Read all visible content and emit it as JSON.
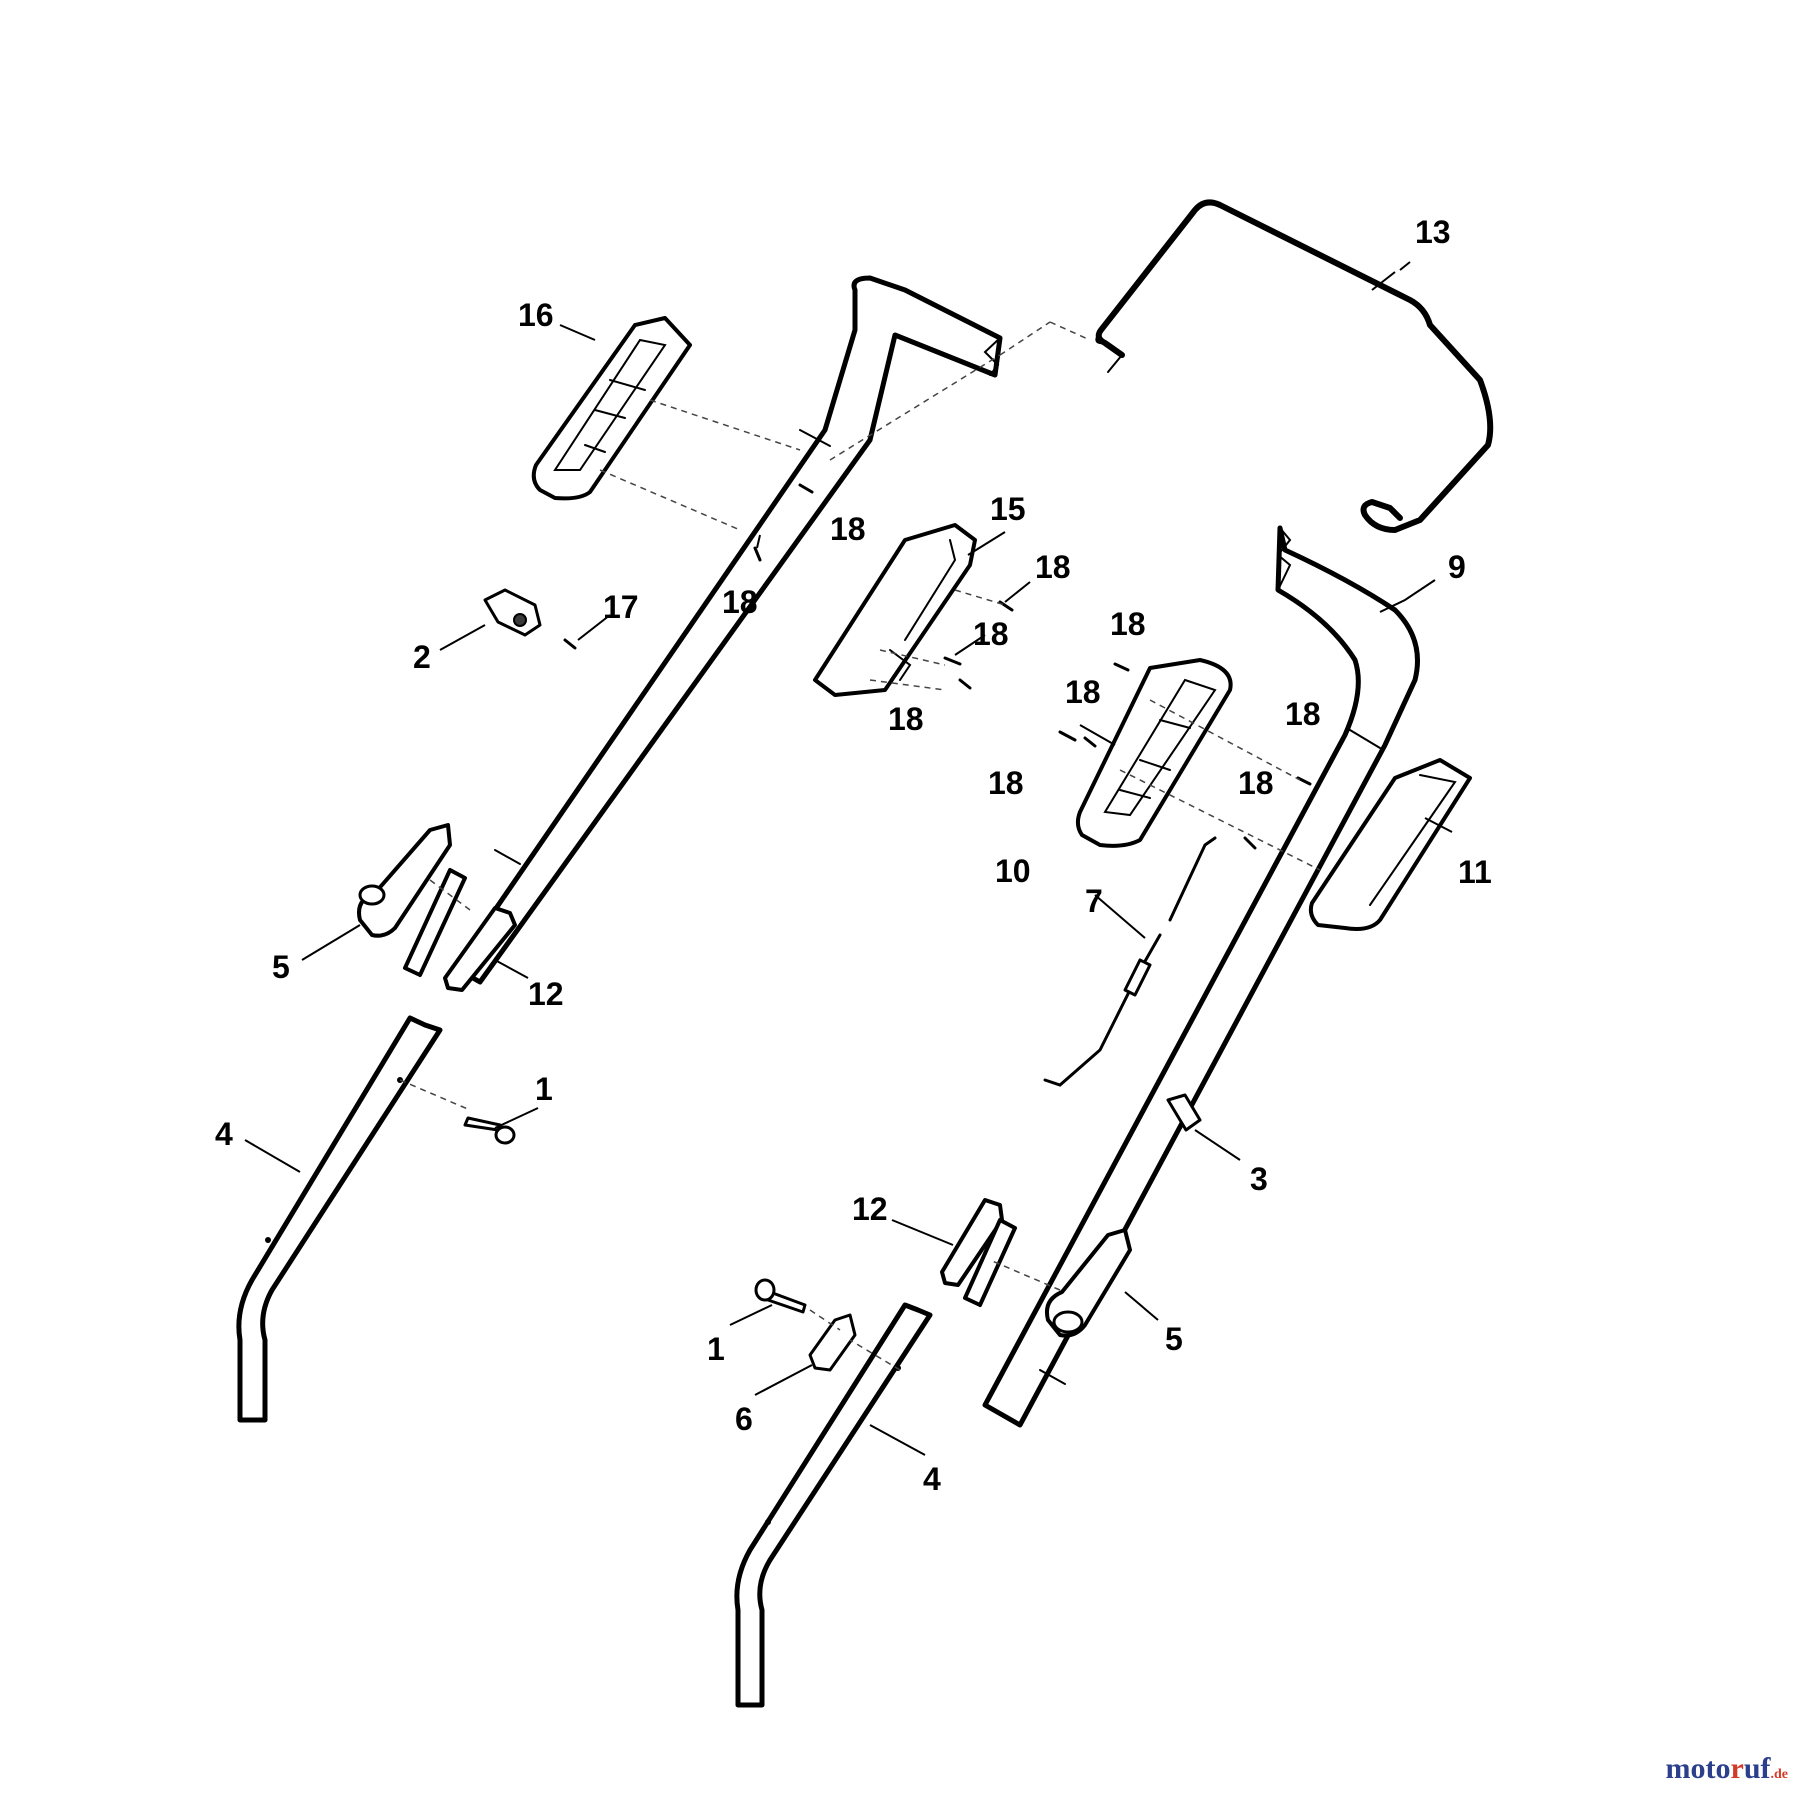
{
  "callouts": [
    {
      "id": "c13",
      "label": "13"
    },
    {
      "id": "c16",
      "label": "16"
    },
    {
      "id": "c18a",
      "label": "18"
    },
    {
      "id": "c15",
      "label": "15"
    },
    {
      "id": "c18b",
      "label": "18"
    },
    {
      "id": "c18c",
      "label": "18"
    },
    {
      "id": "c9",
      "label": "9"
    },
    {
      "id": "c17",
      "label": "17"
    },
    {
      "id": "c2",
      "label": "2"
    },
    {
      "id": "c18d",
      "label": "18"
    },
    {
      "id": "c18e",
      "label": "18"
    },
    {
      "id": "c18f",
      "label": "18"
    },
    {
      "id": "c18g",
      "label": "18"
    },
    {
      "id": "c18h",
      "label": "18"
    },
    {
      "id": "c18i",
      "label": "18"
    },
    {
      "id": "c18j",
      "label": "18"
    },
    {
      "id": "c10",
      "label": "10"
    },
    {
      "id": "c11",
      "label": "11"
    },
    {
      "id": "c7",
      "label": "7"
    },
    {
      "id": "c5a",
      "label": "5"
    },
    {
      "id": "c12a",
      "label": "12"
    },
    {
      "id": "c1a",
      "label": "1"
    },
    {
      "id": "c4a",
      "label": "4"
    },
    {
      "id": "c3",
      "label": "3"
    },
    {
      "id": "c12b",
      "label": "12"
    },
    {
      "id": "c1b",
      "label": "1"
    },
    {
      "id": "c5b",
      "label": "5"
    },
    {
      "id": "c6",
      "label": "6"
    },
    {
      "id": "c4b",
      "label": "4"
    }
  ],
  "watermark": {
    "brand": "moto",
    "accent": "r",
    "rest": "uf",
    "tld": ".de"
  }
}
